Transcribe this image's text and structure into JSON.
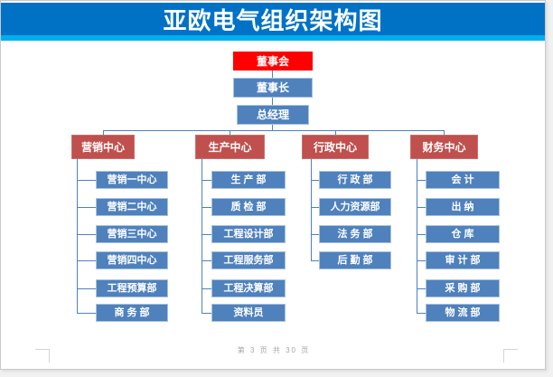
{
  "page": {
    "title": "亚欧电气组织架构图",
    "footer": "第 3 页 共 30 页"
  },
  "colors": {
    "banner_blue": "#0072C6",
    "banner_stripe_blue": "#00AEEF",
    "root_red": "#FE0000",
    "center_red": "#C0504D",
    "node_blue": "#4F81BD",
    "connector_blue": "#4F81BD",
    "footer_gray": "#A6A6A6"
  },
  "chart": {
    "root": {
      "label": "董事会"
    },
    "level1": [
      {
        "label": "董事长"
      },
      {
        "label": "总经理"
      }
    ],
    "columns": [
      {
        "head": "营销中心",
        "children": [
          "营销一中心",
          "营销二中心",
          "营销三中心",
          "营销四中心",
          "工程预算部",
          "商 务 部"
        ]
      },
      {
        "head": "生产中心",
        "children": [
          "生 产 部",
          "质 检 部",
          "工程设计部",
          "工程服务部",
          "工程决算部",
          "资料员"
        ]
      },
      {
        "head": "行政中心",
        "children": [
          "行 政 部",
          "人力资源部",
          "法 务 部",
          "后 勤 部"
        ]
      },
      {
        "head": "财务中心",
        "children": [
          "会 计",
          "出 纳",
          "仓 库",
          "审 计 部",
          "采 购 部",
          "物 流 部"
        ]
      }
    ]
  }
}
